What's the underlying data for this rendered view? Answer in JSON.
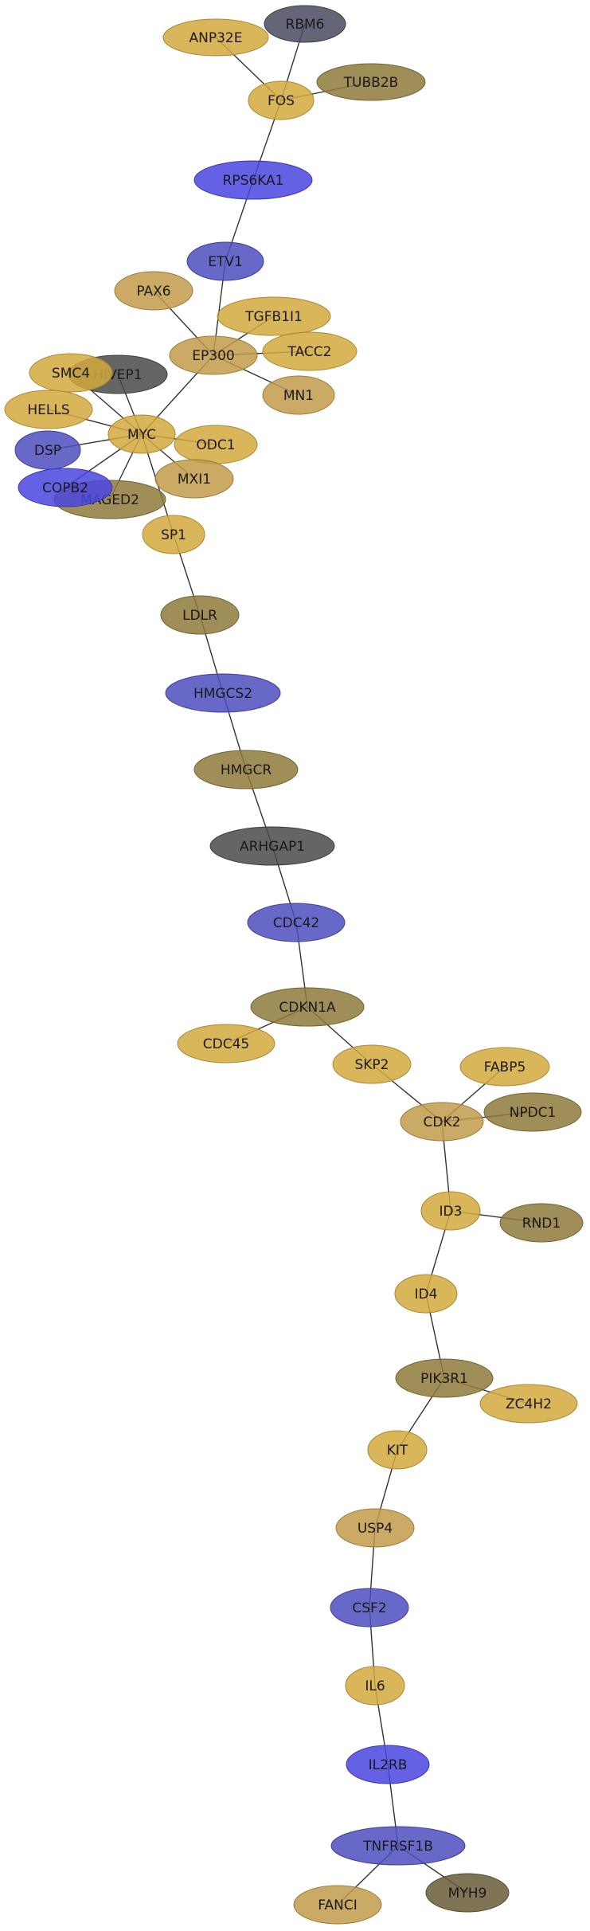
{
  "colors": {
    "gold": "#d4a93e",
    "tan": "#c19b4a",
    "olive": "#8f7a3c",
    "dark_olive": "#6a5c3a",
    "grey": "#4a4a4a",
    "slate": "#4a4a60",
    "blue": "#4a45e0",
    "indigo": "#4e4ec0",
    "edge": "#333333"
  },
  "nodes": [
    {
      "id": "RBM6",
      "label": "RBM6",
      "color": "slate"
    },
    {
      "id": "ANP32E",
      "label": "ANP32E",
      "color": "gold"
    },
    {
      "id": "TUBB2B",
      "label": "TUBB2B",
      "color": "olive"
    },
    {
      "id": "FOS",
      "label": "FOS",
      "color": "gold"
    },
    {
      "id": "RPS6KA1",
      "label": "RPS6KA1",
      "color": "blue"
    },
    {
      "id": "ETV1",
      "label": "ETV1",
      "color": "indigo"
    },
    {
      "id": "PAX6",
      "label": "PAX6",
      "color": "tan"
    },
    {
      "id": "TGFB1I1",
      "label": "TGFB1I1",
      "color": "gold"
    },
    {
      "id": "EP300",
      "label": "EP300",
      "color": "tan"
    },
    {
      "id": "TACC2",
      "label": "TACC2",
      "color": "gold"
    },
    {
      "id": "MN1",
      "label": "MN1",
      "color": "tan"
    },
    {
      "id": "HIVEP1",
      "label": "HIVEP1",
      "color": "grey"
    },
    {
      "id": "SMC4",
      "label": "SMC4",
      "color": "gold"
    },
    {
      "id": "HELLS",
      "label": "HELLS",
      "color": "gold"
    },
    {
      "id": "MYC",
      "label": "MYC",
      "color": "gold"
    },
    {
      "id": "ODC1",
      "label": "ODC1",
      "color": "gold"
    },
    {
      "id": "DSP",
      "label": "DSP",
      "color": "indigo"
    },
    {
      "id": "MXI1",
      "label": "MXI1",
      "color": "tan"
    },
    {
      "id": "MAGED2",
      "label": "MAGED2",
      "color": "olive"
    },
    {
      "id": "COPB2",
      "label": "COPB2",
      "color": "blue"
    },
    {
      "id": "SP1",
      "label": "SP1",
      "color": "gold"
    },
    {
      "id": "LDLR",
      "label": "LDLR",
      "color": "olive"
    },
    {
      "id": "HMGCS2",
      "label": "HMGCS2",
      "color": "indigo"
    },
    {
      "id": "HMGCR",
      "label": "HMGCR",
      "color": "olive"
    },
    {
      "id": "ARHGAP1",
      "label": "ARHGAP1",
      "color": "grey"
    },
    {
      "id": "CDC42",
      "label": "CDC42",
      "color": "indigo"
    },
    {
      "id": "CDKN1A",
      "label": "CDKN1A",
      "color": "olive"
    },
    {
      "id": "CDC45",
      "label": "CDC45",
      "color": "gold"
    },
    {
      "id": "SKP2",
      "label": "SKP2",
      "color": "gold"
    },
    {
      "id": "FABP5",
      "label": "FABP5",
      "color": "gold"
    },
    {
      "id": "CDK2",
      "label": "CDK2",
      "color": "tan"
    },
    {
      "id": "NPDC1",
      "label": "NPDC1",
      "color": "olive"
    },
    {
      "id": "ID3",
      "label": "ID3",
      "color": "gold"
    },
    {
      "id": "RND1",
      "label": "RND1",
      "color": "olive"
    },
    {
      "id": "ID4",
      "label": "ID4",
      "color": "gold"
    },
    {
      "id": "PIK3R1",
      "label": "PIK3R1",
      "color": "olive"
    },
    {
      "id": "ZC4H2",
      "label": "ZC4H2",
      "color": "gold"
    },
    {
      "id": "KIT",
      "label": "KIT",
      "color": "gold"
    },
    {
      "id": "USP4",
      "label": "USP4",
      "color": "tan"
    },
    {
      "id": "CSF2",
      "label": "CSF2",
      "color": "indigo"
    },
    {
      "id": "IL6",
      "label": "IL6",
      "color": "gold"
    },
    {
      "id": "IL2RB",
      "label": "IL2RB",
      "color": "blue"
    },
    {
      "id": "TNFRSF1B",
      "label": "TNFRSF1B",
      "color": "indigo"
    },
    {
      "id": "FANCI",
      "label": "FANCI",
      "color": "tan"
    },
    {
      "id": "MYH9",
      "label": "MYH9",
      "color": "dark_olive"
    }
  ],
  "edges": [
    [
      "RBM6",
      "FOS"
    ],
    [
      "ANP32E",
      "FOS"
    ],
    [
      "TUBB2B",
      "FOS"
    ],
    [
      "FOS",
      "RPS6KA1"
    ],
    [
      "RPS6KA1",
      "ETV1"
    ],
    [
      "ETV1",
      "EP300"
    ],
    [
      "PAX6",
      "EP300"
    ],
    [
      "TGFB1I1",
      "EP300"
    ],
    [
      "TACC2",
      "EP300"
    ],
    [
      "MN1",
      "EP300"
    ],
    [
      "EP300",
      "MYC"
    ],
    [
      "HIVEP1",
      "MYC"
    ],
    [
      "SMC4",
      "MYC"
    ],
    [
      "HELLS",
      "MYC"
    ],
    [
      "DSP",
      "MYC"
    ],
    [
      "COPB2",
      "MYC"
    ],
    [
      "MAGED2",
      "MYC"
    ],
    [
      "ODC1",
      "MYC"
    ],
    [
      "MXI1",
      "MYC"
    ],
    [
      "SP1",
      "MYC"
    ],
    [
      "SP1",
      "LDLR"
    ],
    [
      "LDLR",
      "HMGCS2"
    ],
    [
      "HMGCS2",
      "HMGCR"
    ],
    [
      "HMGCR",
      "ARHGAP1"
    ],
    [
      "ARHGAP1",
      "CDC42"
    ],
    [
      "CDC42",
      "CDKN1A"
    ],
    [
      "CDKN1A",
      "CDC45"
    ],
    [
      "CDKN1A",
      "SKP2"
    ],
    [
      "SKP2",
      "CDK2"
    ],
    [
      "FABP5",
      "CDK2"
    ],
    [
      "NPDC1",
      "CDK2"
    ],
    [
      "CDK2",
      "ID3"
    ],
    [
      "ID3",
      "RND1"
    ],
    [
      "ID3",
      "ID4"
    ],
    [
      "ID4",
      "PIK3R1"
    ],
    [
      "PIK3R1",
      "ZC4H2"
    ],
    [
      "PIK3R1",
      "KIT"
    ],
    [
      "KIT",
      "USP4"
    ],
    [
      "USP4",
      "CSF2"
    ],
    [
      "CSF2",
      "IL6"
    ],
    [
      "IL6",
      "IL2RB"
    ],
    [
      "IL2RB",
      "TNFRSF1B"
    ],
    [
      "TNFRSF1B",
      "FANCI"
    ],
    [
      "TNFRSF1B",
      "MYH9"
    ]
  ]
}
